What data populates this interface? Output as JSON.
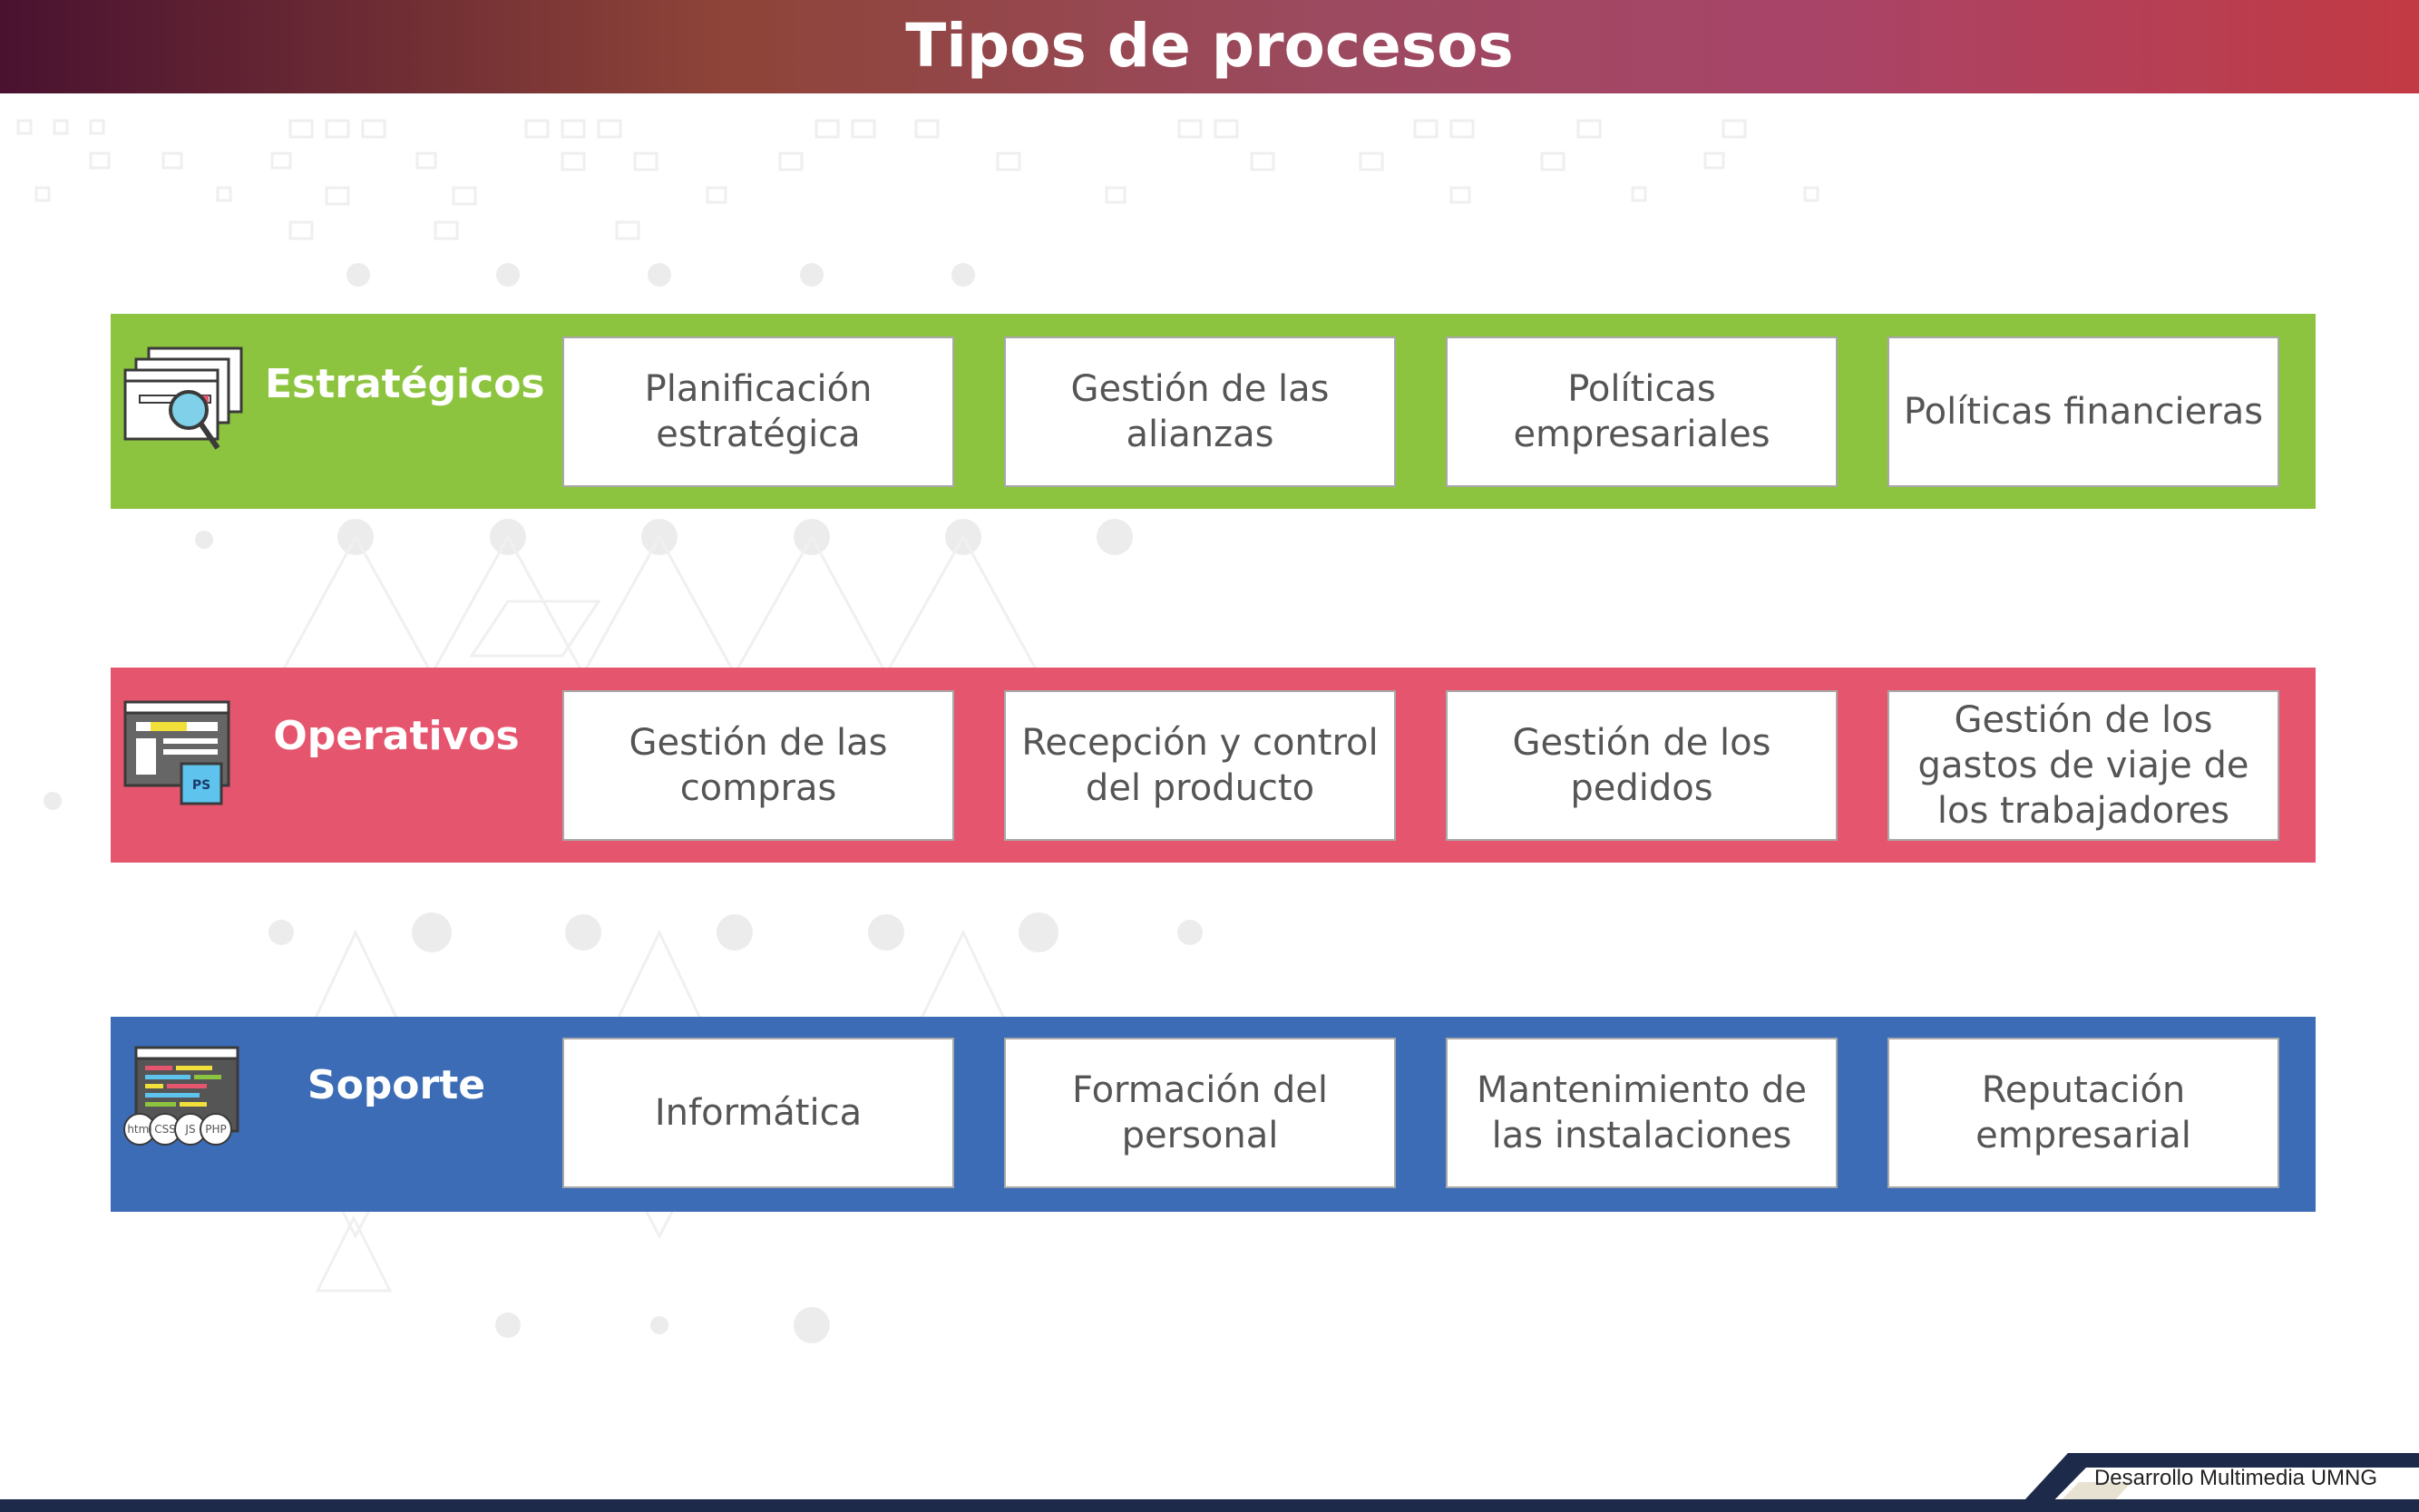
{
  "title": "Tipos de procesos",
  "colors": {
    "estrategicos": "#8dc43f",
    "operativos": "#e5566e",
    "soporte": "#3b6cb5",
    "header_start": "#4a1230",
    "header_end": "#c23a44",
    "footer": "#1e2a4a"
  },
  "categories": [
    {
      "name": "Estratégicos",
      "icon": "browser-magnifier-icon",
      "items": [
        "Planificación estratégica",
        "Gestión de las alianzas",
        "Políticas empresariales",
        "Políticas financieras"
      ]
    },
    {
      "name": "Operativos",
      "icon": "design-layout-ps-icon",
      "items": [
        "Gestión de las compras",
        "Recepción y control del producto",
        "Gestión de los pedidos",
        "Gestión de los gastos de viaje de los trabajadores"
      ]
    },
    {
      "name": "Soporte",
      "icon": "code-editor-icon",
      "icon_badges": [
        "html",
        "CSS",
        "JS",
        "PHP"
      ],
      "items": [
        "Informática",
        "Formación del personal",
        "Mantenimiento de las instalaciones",
        "Reputación empresarial"
      ]
    }
  ],
  "footer": {
    "text": "Desarrollo Multimedia UMNG"
  }
}
